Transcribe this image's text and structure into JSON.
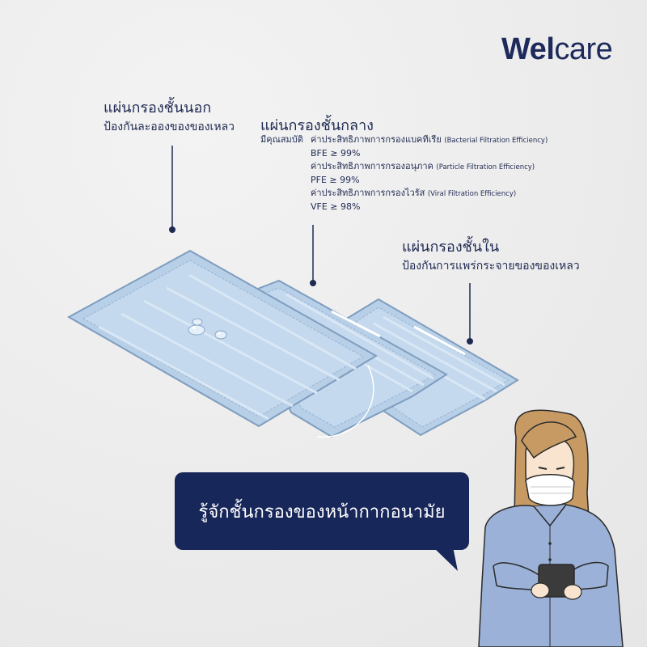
{
  "brand": {
    "part1": "Wel",
    "part2": "care"
  },
  "layers": {
    "outer": {
      "title": "แผ่นกรองชั้นนอก",
      "subtitle": "ป้องกันละอองของของเหลว"
    },
    "middle": {
      "title": "แผ่นกรองชั้นกลาง",
      "lead": "มีคุณสมบัติ",
      "specs": [
        {
          "name": "ค่าประสิทธิภาพการกรองแบคทีเรีย",
          "english": "(Bacterial Filtration Efficiency)",
          "value": "BFE ≥ 99%"
        },
        {
          "name": "ค่าประสิทธิภาพการกรองอนุภาค",
          "english": "(Particle Filtration Efficiency)",
          "value": "PFE ≥ 99%"
        },
        {
          "name": "ค่าประสิทธิภาพการกรองไวรัส",
          "english": "(Viral Filtration Efficiency)",
          "value": "VFE ≥ 98%"
        }
      ]
    },
    "inner": {
      "title": "แผ่นกรองชั้นใน",
      "subtitle": "ป้องกันการแพร่กระจายของของเหลว"
    }
  },
  "bubble": {
    "text": "รู้จักชั้นกรองของหน้ากากอนามัย"
  },
  "colors": {
    "navy": "#18275a",
    "mask_fill": "#bcd3ea",
    "mask_border": "#7f9dbf",
    "shirt": "#9bb1d8",
    "hair": "#c79a63",
    "background": "#ededed"
  }
}
